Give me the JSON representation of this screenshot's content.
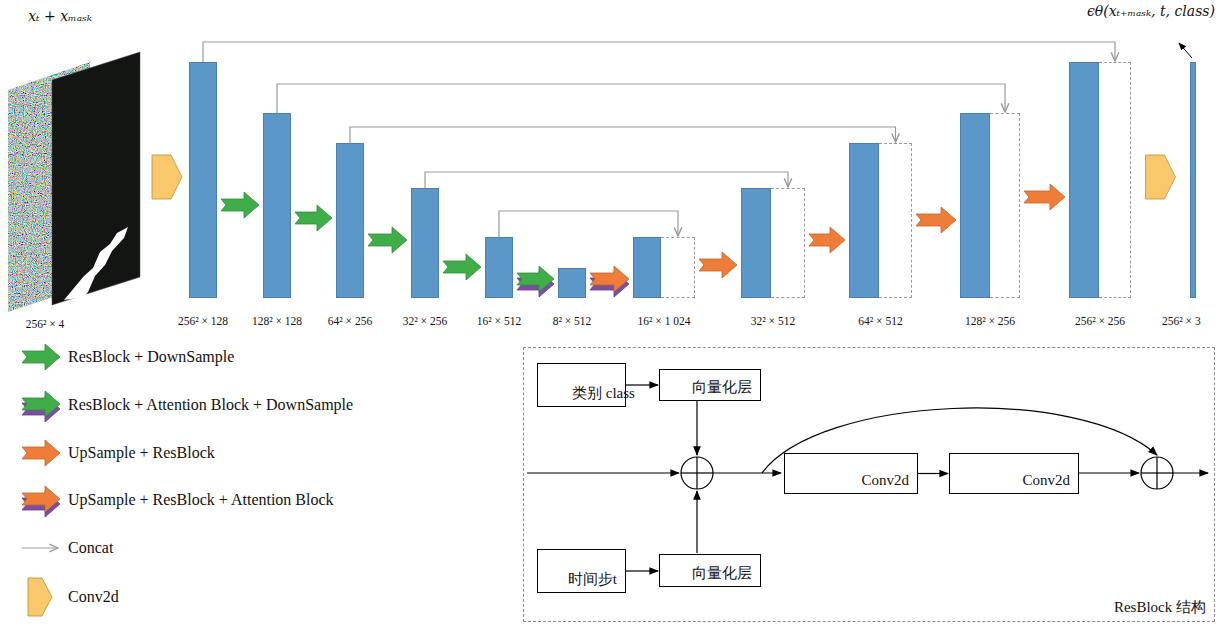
{
  "diagram": {
    "nodes": [
      {
        "text": [
          "xₜ + xₘₐₛₖ",
          "256² × 4"
        ]
      },
      {
        "text": [
          "256² × 128"
        ]
      },
      {
        "text": [
          "128² × 128"
        ]
      },
      {
        "text": [
          "64² × 256"
        ]
      },
      {
        "text": [
          "32² × 256"
        ]
      },
      {
        "text": [
          "16² × 512"
        ]
      },
      {
        "text": [
          "8² × 512"
        ]
      },
      {
        "text": [
          "16² × 1 024"
        ]
      },
      {
        "text": [
          "32² × 512"
        ]
      },
      {
        "text": [
          "64² × 512"
        ]
      },
      {
        "text": [
          "128² × 256"
        ]
      },
      {
        "text": [
          "256² × 256"
        ]
      },
      {
        "text": [
          "256² × 3"
        ]
      },
      {
        "text": [
          "ResBlock 结构"
        ]
      },
      {
        "text": [
          "类别 class"
        ],
        "in": 13
      },
      {
        "text": [
          "向量化层"
        ],
        "in": 13
      },
      {
        "text": [
          "时间步t"
        ],
        "in": 13
      },
      {
        "text": [
          "向量化层"
        ],
        "in": 13
      },
      {
        "text": [
          "Conv2d"
        ],
        "in": 13
      },
      {
        "text": [
          "Conv2d"
        ],
        "in": 13
      }
    ],
    "edges": [
      {
        "from": 0,
        "to": 1,
        "arrow": "to"
      },
      {
        "from": 1,
        "to": 2,
        "arrow": "to"
      },
      {
        "from": 2,
        "to": 3,
        "arrow": "to"
      },
      {
        "from": 3,
        "to": 4,
        "arrow": "to"
      },
      {
        "from": 4,
        "to": 5,
        "arrow": "to"
      },
      {
        "from": 5,
        "to": 6,
        "arrow": "to"
      },
      {
        "from": 6,
        "to": 7,
        "arrow": "to"
      },
      {
        "from": 7,
        "to": 8,
        "arrow": "to"
      },
      {
        "from": 8,
        "to": 9,
        "arrow": "to"
      },
      {
        "from": 9,
        "to": 10,
        "arrow": "to"
      },
      {
        "from": 10,
        "to": 11,
        "arrow": "to"
      },
      {
        "from": 11,
        "to": 12,
        "arrow": "to"
      },
      {
        "from": 1,
        "to": 11,
        "arrow": "to"
      },
      {
        "from": 2,
        "to": 10,
        "arrow": "to"
      },
      {
        "from": 3,
        "to": 9,
        "arrow": "to"
      },
      {
        "from": 4,
        "to": 8,
        "arrow": "to"
      },
      {
        "from": 5,
        "to": 7,
        "arrow": "to"
      },
      {
        "from": 14,
        "to": 15,
        "arrow": "to"
      },
      {
        "from": 16,
        "to": 17,
        "arrow": "to"
      },
      {
        "from": 18,
        "to": 19,
        "arrow": "to"
      }
    ],
    "labels": [
      "ϵθ(xₜ₊ₘₐₛₖ, t, class)"
    ],
    "legend": [
      {
        "text": "ResBlock + DownSample"
      },
      {
        "text": "ResBlock + Attention Block + DownSample"
      },
      {
        "text": "UpSample + ResBlock"
      },
      {
        "text": "UpSample + ResBlock + Attention Block"
      },
      {
        "text": "Concat"
      },
      {
        "text": "Conv2d"
      }
    ]
  }
}
